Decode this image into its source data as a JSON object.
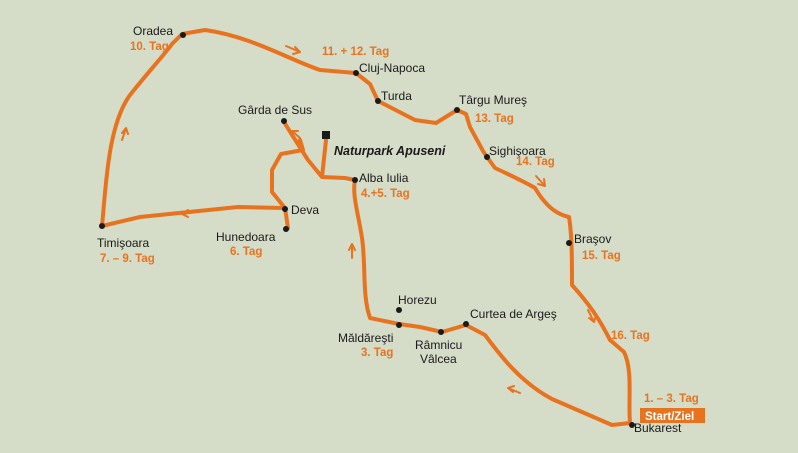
{
  "colors": {
    "route": "#e8731f",
    "background": "#d5dcc8",
    "text": "#1a1a1a",
    "badge_text": "#ffffff"
  },
  "cities": {
    "oradea": "Oradea",
    "cluj": "Cluj-Napoca",
    "turda": "Turda",
    "targu_mures": "Târgu Mureş",
    "sighisoara": "Sighişoara",
    "brasov": "Braşov",
    "bukarest": "Bukarest",
    "curtea": "Curtea de Argeş",
    "ramnicu_1": "Râmnicu",
    "ramnicu_2": "Vâlcea",
    "horezu": "Horezu",
    "maldaresti": "Măldăreşti",
    "alba_iulia": "Alba Iulia",
    "garda": "Gârda de Sus",
    "deva": "Deva",
    "hunedoara": "Hunedoara",
    "timisoara": "Timişoara"
  },
  "park": {
    "label": "Naturpark Apuseni"
  },
  "days": {
    "oradea": "10. Tag",
    "cluj": "11. + 12. Tag",
    "targu_mures": "13. Tag",
    "sighisoara": "14. Tag",
    "brasov": "15. Tag",
    "segment_16": "16. Tag",
    "bukarest": "1. – 3. Tag",
    "maldaresti": "3. Tag",
    "alba_iulia": "4.+5. Tag",
    "hunedoara": "6. Tag",
    "timisoara": "7. – 9. Tag"
  },
  "badge": {
    "label": "Start/Ziel"
  }
}
